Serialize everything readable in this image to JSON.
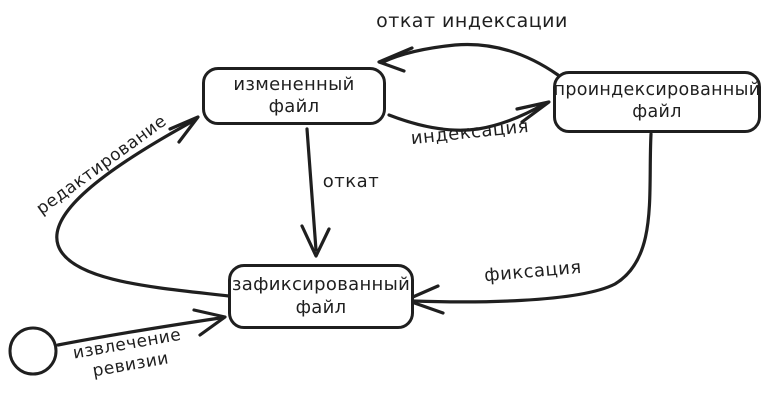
{
  "diagram": {
    "background_color": "#ffffff",
    "stroke_color": "#1f1f1f",
    "nodes": {
      "modified_file": {
        "label": "измененный файл"
      },
      "staged_file": {
        "lines": [
          "проиндексированный",
          "файл"
        ]
      },
      "committed_file": {
        "lines": [
          "зафиксированный",
          "файл"
        ]
      },
      "start_state": {
        "shape": "circle"
      }
    },
    "edges": {
      "unstage": {
        "label": "откат индексации",
        "from": "staged_file",
        "to": "modified_file"
      },
      "stage": {
        "label": "индексация",
        "from": "modified_file",
        "to": "staged_file"
      },
      "revert": {
        "label": "откат",
        "from": "modified_file",
        "to": "committed_file"
      },
      "commit": {
        "label": "фиксация",
        "from": "staged_file",
        "to": "committed_file"
      },
      "edit": {
        "label": "редактирование",
        "from": "committed_file",
        "to": "modified_file"
      },
      "checkout": {
        "lines": [
          "извлечение",
          "ревизии"
        ],
        "from": "start_state",
        "to": "committed_file"
      }
    }
  }
}
